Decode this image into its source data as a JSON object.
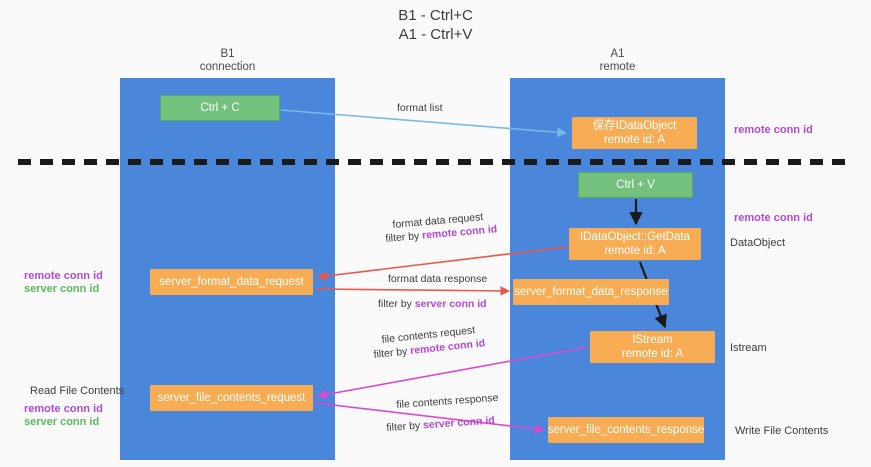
{
  "title": {
    "line1": "B1 - Ctrl+C",
    "line2": "A1 - Ctrl+V"
  },
  "columns": {
    "left": {
      "name": "B1",
      "role": "connection"
    },
    "right": {
      "name": "A1",
      "role": "remote"
    }
  },
  "nodes": {
    "ctrl_c": {
      "label": "Ctrl + C",
      "color": "#73c17c"
    },
    "idataobject": {
      "line1": "保存IDataObject",
      "line2": "remote id: A",
      "color": "#f8ad54"
    },
    "ctrl_v": {
      "label": "Ctrl + V",
      "color": "#73c17c"
    },
    "getdata": {
      "line1": "IDataObject::GetData",
      "line2": "remote id: A",
      "color": "#f8ad54"
    },
    "server_format_data_request": {
      "label": "server_format_data_request",
      "color": "#f8ad54"
    },
    "server_format_data_response": {
      "label": "server_format_data_response",
      "color": "#f8ad54"
    },
    "istream": {
      "line1": "IStream",
      "line2": "remote id: A",
      "color": "#f8ad54"
    },
    "server_file_contents_request": {
      "label": "server_file_contents_request",
      "color": "#f8ad54"
    },
    "server_file_contents_response": {
      "label": "server_file_contents_response",
      "color": "#f8ad54"
    }
  },
  "wire_labels": {
    "format_list": "format list",
    "format_data_request": "format data request",
    "format_data_request_filter_prefix": "filter by ",
    "format_data_request_filter_key": "remote conn id",
    "format_data_response": "format data response",
    "format_data_response_filter_prefix": "filter by ",
    "format_data_response_filter_key": "server conn id",
    "file_contents_request": "file contents request",
    "file_contents_request_filter_prefix": "filter by ",
    "file_contents_request_filter_key": "remote conn id",
    "file_contents_response": "file contents response",
    "file_contents_response_filter_prefix": "filter by ",
    "file_contents_response_filter_key": "server conn id"
  },
  "annotations": {
    "right_remote_conn_id_top": "remote conn id",
    "right_remote_conn_id_mid": "remote conn id",
    "right_dataobject": "DataObject",
    "right_istream": "Istream",
    "right_write_file_contents": "Write File Contents",
    "left_remote_conn_id_top": "remote conn id",
    "left_server_conn_id_top": "server conn id",
    "left_read_file_contents": "Read File Contents",
    "left_remote_conn_id_bottom": "remote conn id",
    "left_server_conn_id_bottom": "server conn id"
  },
  "colors": {
    "lane": "#4a86d9",
    "green_node": "#73c17c",
    "orange_node": "#f8ad54",
    "purple_text": "#b04ad0",
    "green_text": "#5cb85c",
    "red_arrow": "#e8574a",
    "blue_arrow": "#7ab8e8",
    "magenta_arrow": "#d94ad0",
    "black_arrow": "#1a1a1a",
    "divider": "#1a1a1a"
  }
}
